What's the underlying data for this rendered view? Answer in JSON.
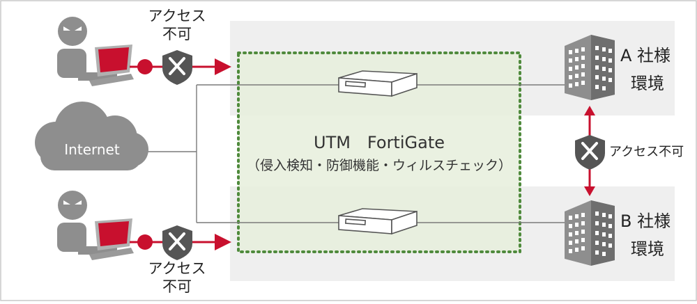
{
  "labels": {
    "access_denied_top_line1": "アクセス",
    "access_denied_top_line2": "不可",
    "access_denied_bottom_line1": "アクセス",
    "access_denied_bottom_line2": "不可",
    "access_denied_right": "アクセス不可",
    "internet": "Internet",
    "utm_title": "UTM　FortiGate",
    "utm_subtitle": "（侵入検知・防御機能・ウィルスチェック）",
    "company_a_line1": "A 社様",
    "company_a_line2": "環境",
    "company_b_line1": "B 社様",
    "company_b_line2": "環境"
  },
  "colors": {
    "attack_red": "#c8102e",
    "dotted_green": "#4f8a3c",
    "zone_gray": "#efefef",
    "inner_green": "#e6efdc",
    "icon_gray": "#8e8e8e",
    "line_gray": "#7a7a7a"
  }
}
